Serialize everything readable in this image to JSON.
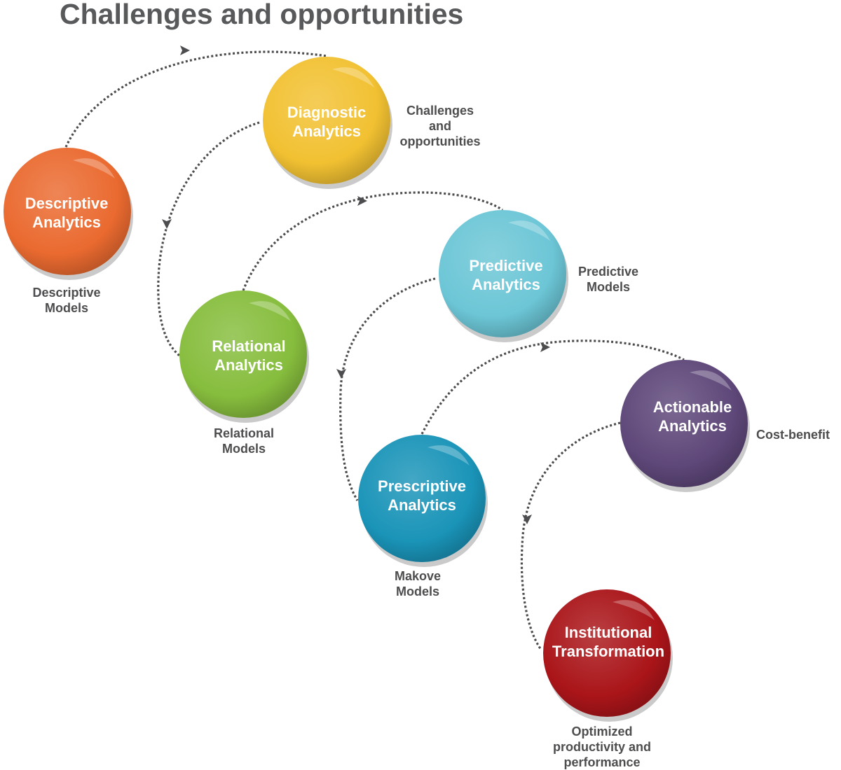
{
  "title": "Challenges and opportunities",
  "nodes": [
    {
      "id": "descriptive",
      "lines": [
        "Descriptive",
        "Analytics"
      ],
      "color": "#ea6a30",
      "label": [
        "Descriptive",
        "Models"
      ]
    },
    {
      "id": "diagnostic",
      "lines": [
        "Diagnostic",
        "Analytics"
      ],
      "color": "#f2c132",
      "label": [
        "Challenges",
        "and",
        "opportunities"
      ]
    },
    {
      "id": "relational",
      "lines": [
        "Relational",
        "Analytics"
      ],
      "color": "#86bd3d",
      "label": [
        "Relational",
        "Models"
      ]
    },
    {
      "id": "predictive",
      "lines": [
        "Predictive",
        "Analytics"
      ],
      "color": "#6cc6d6",
      "label": [
        "Predictive",
        "Models"
      ]
    },
    {
      "id": "prescriptive",
      "lines": [
        "Prescriptive",
        "Analytics"
      ],
      "color": "#1a94b8",
      "label": [
        "Makove",
        "Models"
      ]
    },
    {
      "id": "actionable",
      "lines": [
        "Actionable",
        "Analytics"
      ],
      "color": "#5e4779",
      "label": [
        "Cost-benefit"
      ]
    },
    {
      "id": "institutional",
      "lines": [
        "Institutional",
        "Transformation"
      ],
      "color": "#aa1519",
      "label": [
        "Optimized",
        "productivity and",
        "performance"
      ]
    }
  ]
}
